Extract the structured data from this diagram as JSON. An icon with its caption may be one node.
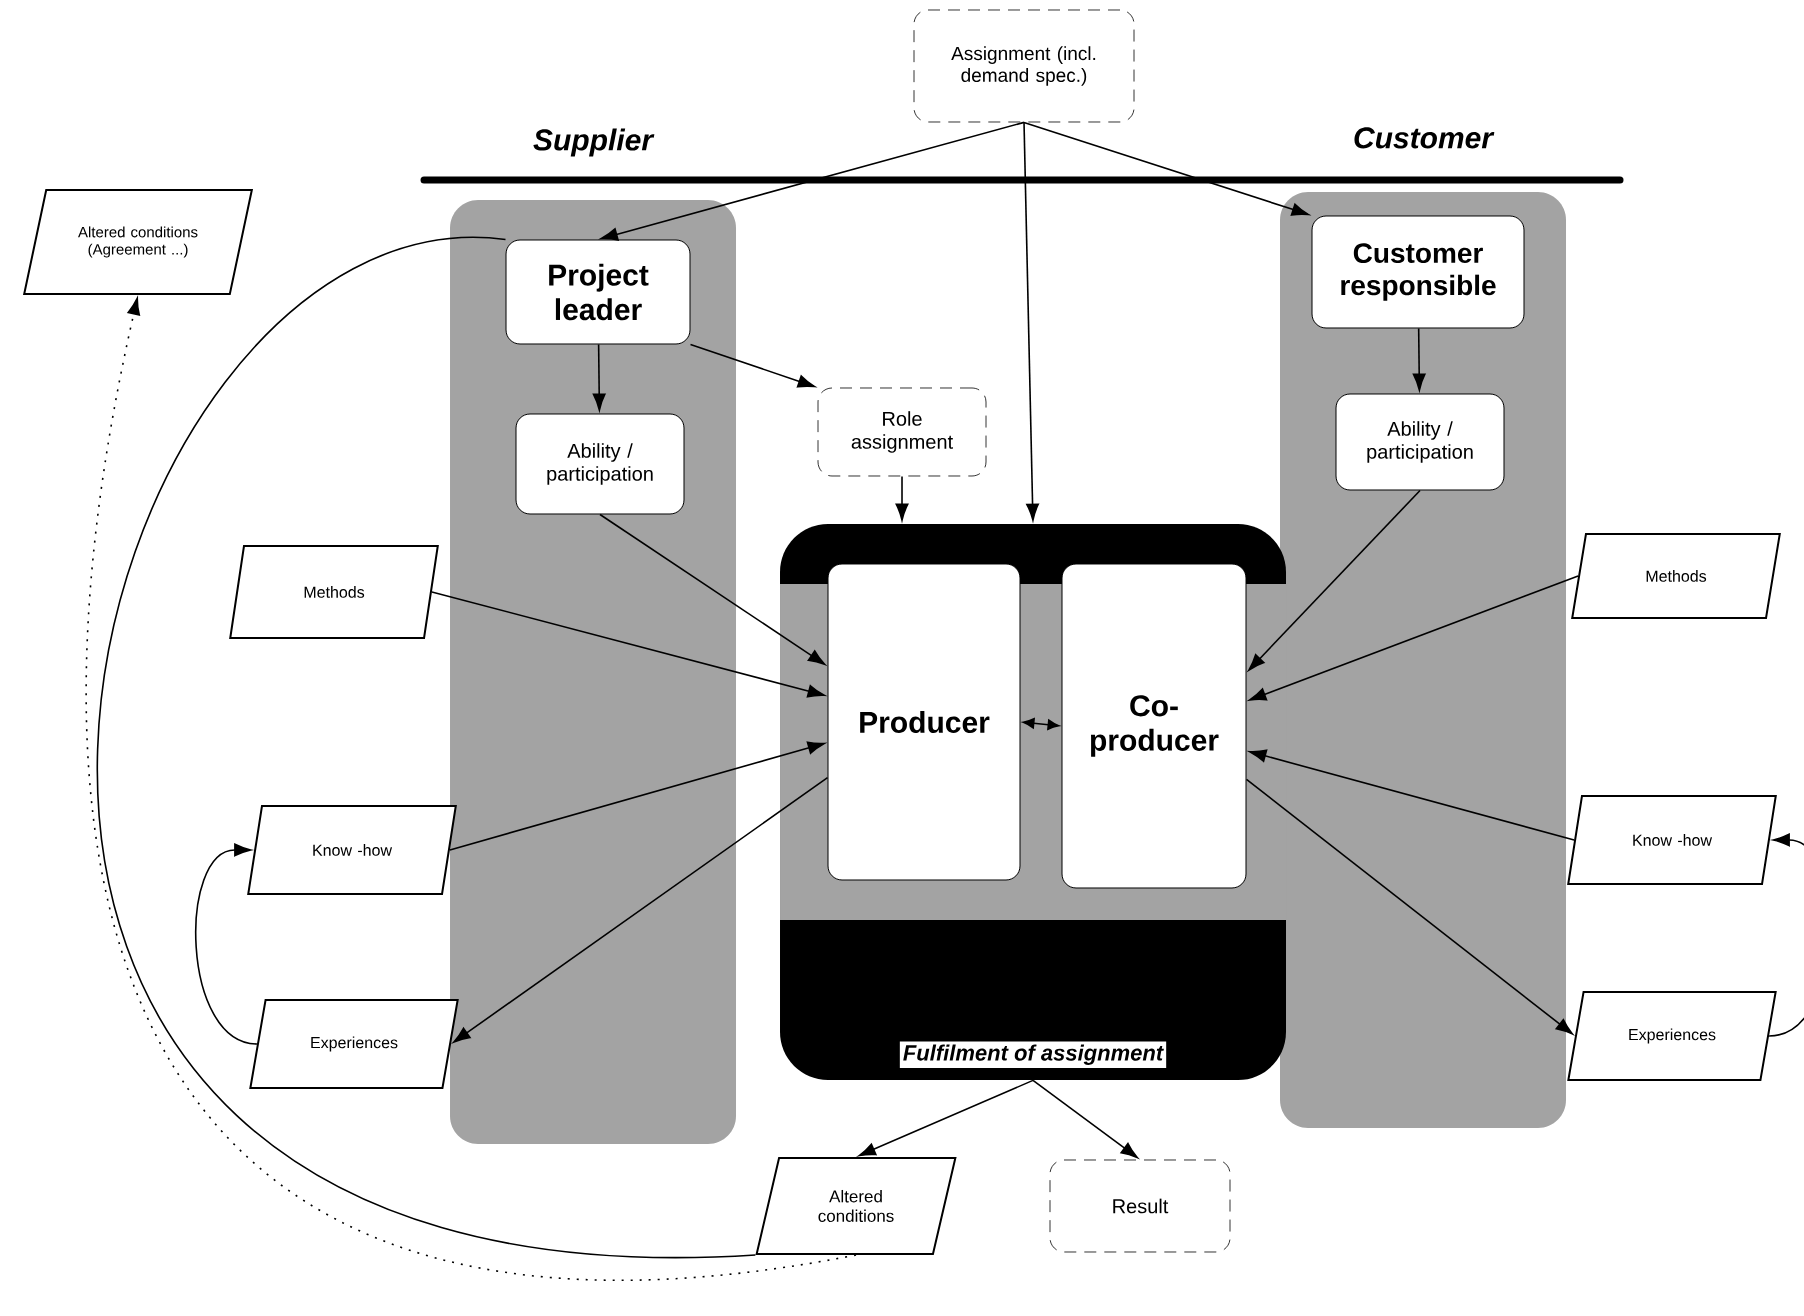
{
  "diagram": {
    "nodes": [
      {
        "text": [
          "Assignment (incl. demand spec.)"
        ]
      },
      {
        "text": [
          "Supplier"
        ]
      },
      {
        "text": [
          "Project leader"
        ],
        "in": 1
      },
      {
        "text": [
          "Ability / participation"
        ],
        "in": 1
      },
      {
        "text": [
          "Role assignment"
        ]
      },
      {
        "text": [
          "Customer"
        ]
      },
      {
        "text": [
          "Customer responsible"
        ],
        "in": 5
      },
      {
        "text": [
          "Ability / participation"
        ],
        "in": 5
      },
      {
        "text": [
          "Fulfilment of assignment"
        ]
      },
      {
        "text": [
          "Producer"
        ],
        "in": 8
      },
      {
        "text": [
          "Co-producer"
        ],
        "in": 8
      },
      {
        "text": [
          "Methods"
        ]
      },
      {
        "text": [
          "Know -how"
        ]
      },
      {
        "text": [
          "Experiences"
        ]
      },
      {
        "text": [
          "Methods"
        ]
      },
      {
        "text": [
          "Know -how"
        ]
      },
      {
        "text": [
          "Experiences"
        ]
      },
      {
        "text": [
          "Altered conditions (Agreement ...)"
        ]
      },
      {
        "text": [
          "Altered conditions"
        ]
      },
      {
        "text": [
          "Result"
        ]
      }
    ],
    "edges": [
      {
        "from": 0,
        "to": 2,
        "arrow": "to"
      },
      {
        "from": 0,
        "to": 8,
        "arrow": "to"
      },
      {
        "from": 0,
        "to": 6,
        "arrow": "to"
      },
      {
        "from": 2,
        "to": 3,
        "arrow": "to"
      },
      {
        "from": 2,
        "to": 4,
        "arrow": "to"
      },
      {
        "from": 4,
        "to": 8,
        "arrow": "to"
      },
      {
        "from": 6,
        "to": 7,
        "arrow": "to"
      },
      {
        "from": 3,
        "to": 9,
        "arrow": "to"
      },
      {
        "from": 7,
        "to": 10,
        "arrow": "to"
      },
      {
        "from": 11,
        "to": 9,
        "arrow": "to"
      },
      {
        "from": 12,
        "to": 9,
        "arrow": "to"
      },
      {
        "from": 9,
        "to": 13,
        "arrow": "to"
      },
      {
        "from": 14,
        "to": 10,
        "arrow": "to"
      },
      {
        "from": 15,
        "to": 10,
        "arrow": "to"
      },
      {
        "from": 10,
        "to": 16,
        "arrow": "to"
      },
      {
        "from": 13,
        "to": 12,
        "arrow": "to"
      },
      {
        "from": 16,
        "to": 15,
        "arrow": "to"
      },
      {
        "from": 9,
        "to": 10,
        "arrow": "both"
      },
      {
        "from": 8,
        "to": 18,
        "arrow": "to"
      },
      {
        "from": 8,
        "to": 19,
        "arrow": "to"
      },
      {
        "from": 18,
        "to": 2,
        "arrow": "none"
      },
      {
        "from": 18,
        "to": 17,
        "arrow": "to",
        "style": "dashed"
      }
    ]
  }
}
